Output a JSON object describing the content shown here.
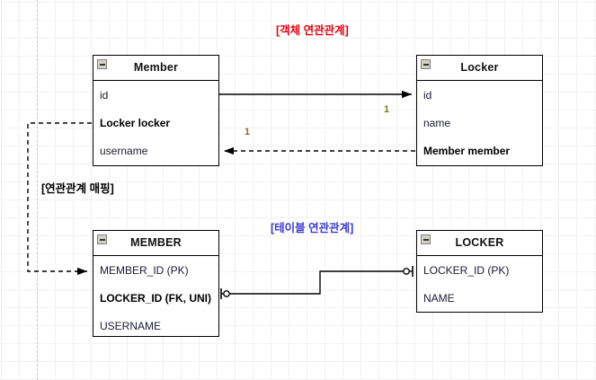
{
  "diagram": {
    "captions": {
      "object_relation": {
        "text": "[객체 연관관계]",
        "color": "#e8000d"
      },
      "relation_mapping": {
        "text": "[연관관계 매핑]",
        "color": "#000000"
      },
      "table_relation": {
        "text": "[테이블 연관관계]",
        "color": "#3a3ad6"
      }
    },
    "entities": [
      {
        "id": "member-class",
        "title": "Member",
        "collapse_icon": "minus-icon",
        "attributes": [
          {
            "label": "id",
            "bold": false
          },
          {
            "label": "Locker locker",
            "bold": true
          },
          {
            "label": "username",
            "bold": false
          }
        ]
      },
      {
        "id": "locker-class",
        "title": "Locker",
        "collapse_icon": "minus-icon",
        "attributes": [
          {
            "label": "id",
            "bold": false
          },
          {
            "label": "name",
            "bold": false
          },
          {
            "label": "Member member",
            "bold": true
          }
        ]
      },
      {
        "id": "member-table",
        "title": "MEMBER",
        "collapse_icon": "minus-icon",
        "attributes": [
          {
            "label": "MEMBER_ID (PK)",
            "bold": false
          },
          {
            "label": "LOCKER_ID (FK, UNI)",
            "bold": true
          },
          {
            "label": "USERNAME",
            "bold": false
          }
        ]
      },
      {
        "id": "locker-table",
        "title": "LOCKER",
        "collapse_icon": "minus-icon",
        "attributes": [
          {
            "label": "LOCKER_ID (PK)",
            "bold": false
          },
          {
            "label": "NAME",
            "bold": false
          }
        ]
      }
    ],
    "multiplicities": [
      {
        "id": "mult-locker-side",
        "text": "1"
      },
      {
        "id": "mult-member-side",
        "text": "1"
      }
    ],
    "connector_colors": {
      "line": "#000000",
      "grid_minor": "#f2f2f2",
      "grid_major": "#e2e2e2",
      "page_break": "#c9c9c9"
    }
  }
}
